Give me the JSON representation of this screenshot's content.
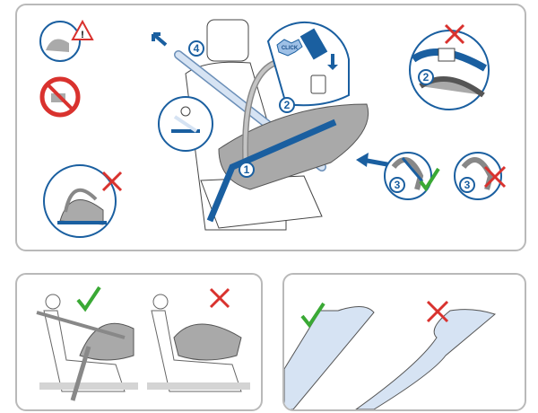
{
  "steps": {
    "step1": "1",
    "step2": "2",
    "step3a": "3",
    "step3b": "3",
    "step2_detail": "2",
    "step4": "4"
  },
  "click_label": "CLICK",
  "colors": {
    "belt_blue": "#1a5fa0",
    "belt_light": "#d6e3f3",
    "check_green": "#3aa935",
    "cross_red": "#d9322e",
    "seat_gray": "#a9a9a9",
    "panel_border": "#b9b9b9"
  },
  "marks": {
    "correct": "check",
    "incorrect": "cross"
  }
}
